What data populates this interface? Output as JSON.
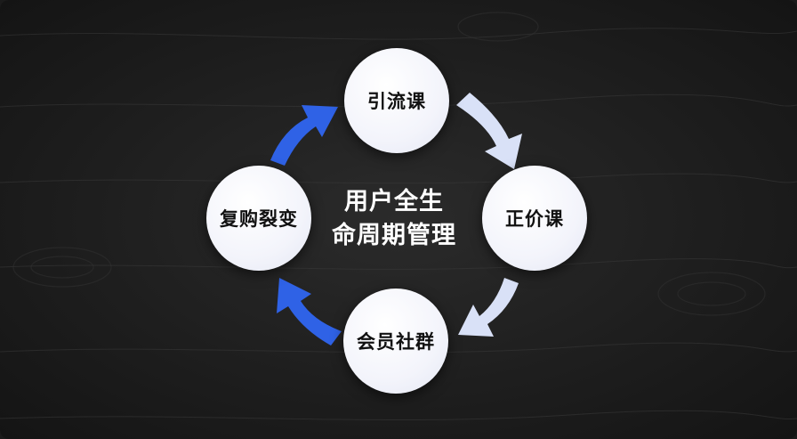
{
  "center": {
    "line1": "用户全生",
    "line2": "命周期管理"
  },
  "nodes": {
    "top": "引流课",
    "right": "正价课",
    "bottom": "会员社群",
    "left": "复购裂变"
  },
  "colors": {
    "arrow_light": "#d9e1f7",
    "arrow_blue": "#2f62e6",
    "node_fill": "#f3f4fb",
    "text_dark": "#111111",
    "text_light": "#ffffff"
  }
}
